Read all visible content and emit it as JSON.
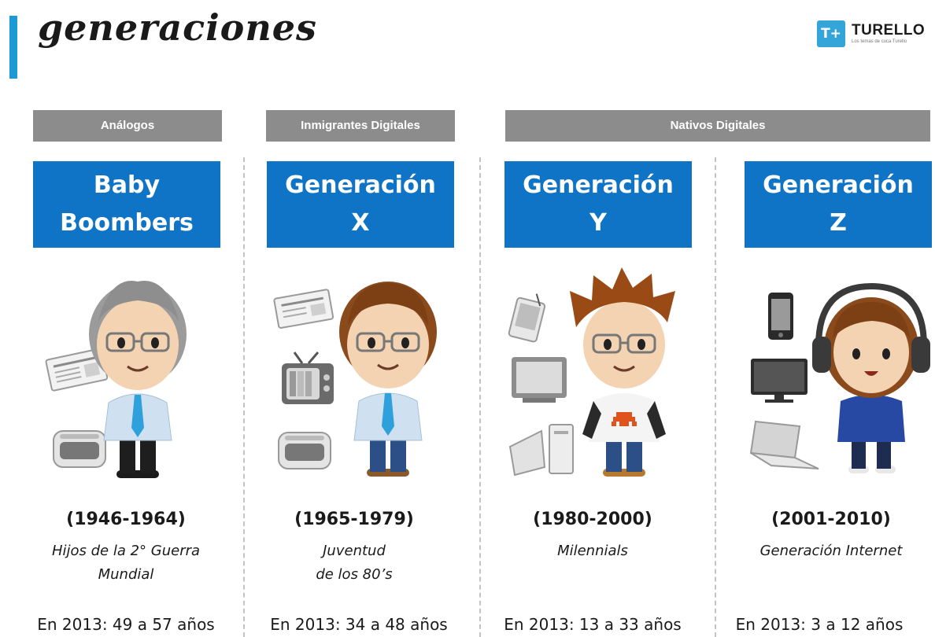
{
  "title": "generaciones",
  "logo": {
    "mark": "T+",
    "brand": "TURELLO",
    "tagline": "Los temas de cuca Turello"
  },
  "colors": {
    "accent": "#1b9ad6",
    "generation_box": "#0f73c6",
    "category_bar": "#8c8c8c"
  },
  "categories": [
    {
      "label": "Análogos"
    },
    {
      "label": "Inmigrantes Digitales"
    },
    {
      "label": "Nativos Digitales"
    }
  ],
  "generations": [
    {
      "line1": "Baby",
      "line2": "Boombers",
      "years": "(1946-1964)",
      "desc1": "Hijos de la 2° Guerra",
      "desc2": "Mundial",
      "age": "En 2013: 49 a 57 años",
      "devices": [
        "newspaper-icon",
        "radio-icon"
      ]
    },
    {
      "line1": "Generación",
      "line2": "X",
      "years": "(1965-1979)",
      "desc1": "Juventud",
      "desc2": "de los 80’s",
      "age": "En 2013: 34 a 48 años",
      "devices": [
        "newspaper-icon",
        "television-icon",
        "radio-icon"
      ]
    },
    {
      "line1": "Generación",
      "line2": "Y",
      "years": "(1980-2000)",
      "desc1": "Milennials",
      "desc2": "",
      "age": "En 2013: 13 a 33 años",
      "devices": [
        "pda-icon",
        "crt-monitor-icon",
        "desktop-computer-icon"
      ]
    },
    {
      "line1": "Generación",
      "line2": "Z",
      "years": "(2001-2010)",
      "desc1": "Generación Internet",
      "desc2": "",
      "age": "En 2013: 3 a 12 años",
      "devices": [
        "smartphone-icon",
        "flat-screen-tv-icon",
        "laptop-icon"
      ]
    }
  ]
}
